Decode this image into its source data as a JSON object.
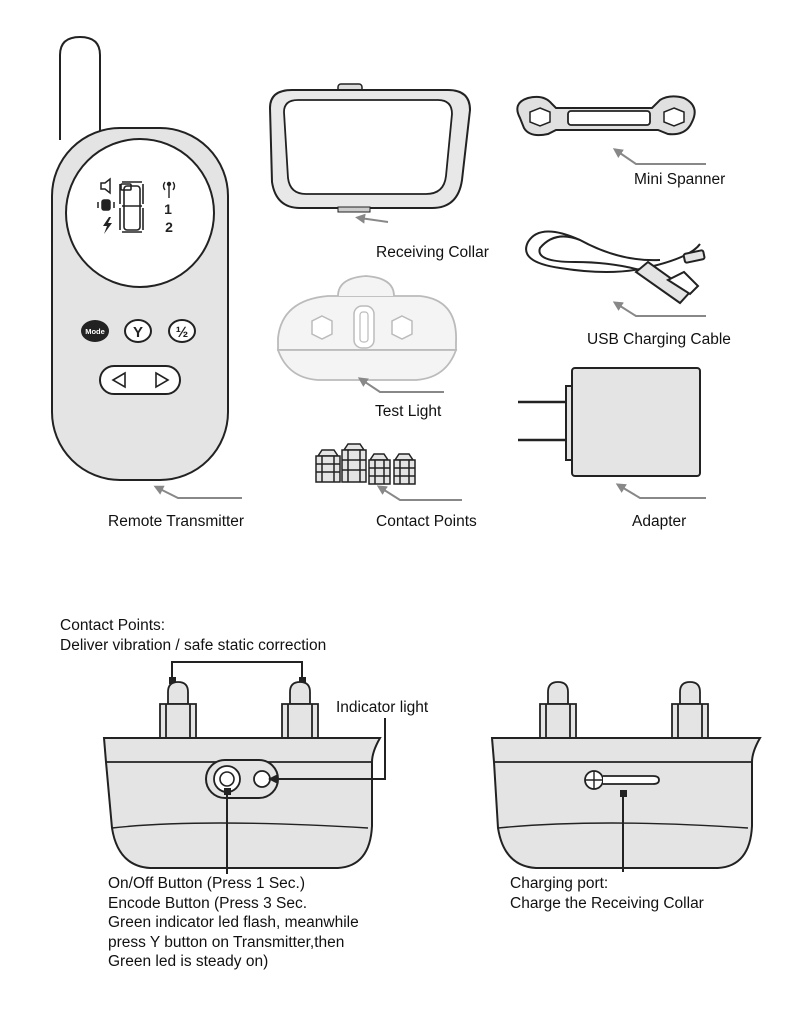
{
  "labels": {
    "remote_transmitter": "Remote Transmitter",
    "receiving_collar": "Receiving Collar",
    "mini_spanner": "Mini Spanner",
    "usb_cable": "USB Charging Cable",
    "test_light": "Test Light",
    "contact_points": "Contact Points",
    "adapter": "Adapter"
  },
  "remote": {
    "button_mode": "Mode",
    "button_y": "Y",
    "button_half": "½",
    "display_level_1": "1",
    "display_level_2": "2"
  },
  "detail": {
    "contact_title": "Contact Points:",
    "contact_desc": "Deliver vibration / safe static correction",
    "indicator_light": "Indicator light",
    "button_lines": [
      "On/Off Button (Press 1 Sec.)",
      "Encode Button (Press 3 Sec.",
      "Green indicator led flash, meanwhile",
      "press Y button on Transmitter,then",
      "Green led is steady on)"
    ],
    "charging_lines": [
      "Charging port:",
      "Charge the Receiving Collar"
    ]
  }
}
